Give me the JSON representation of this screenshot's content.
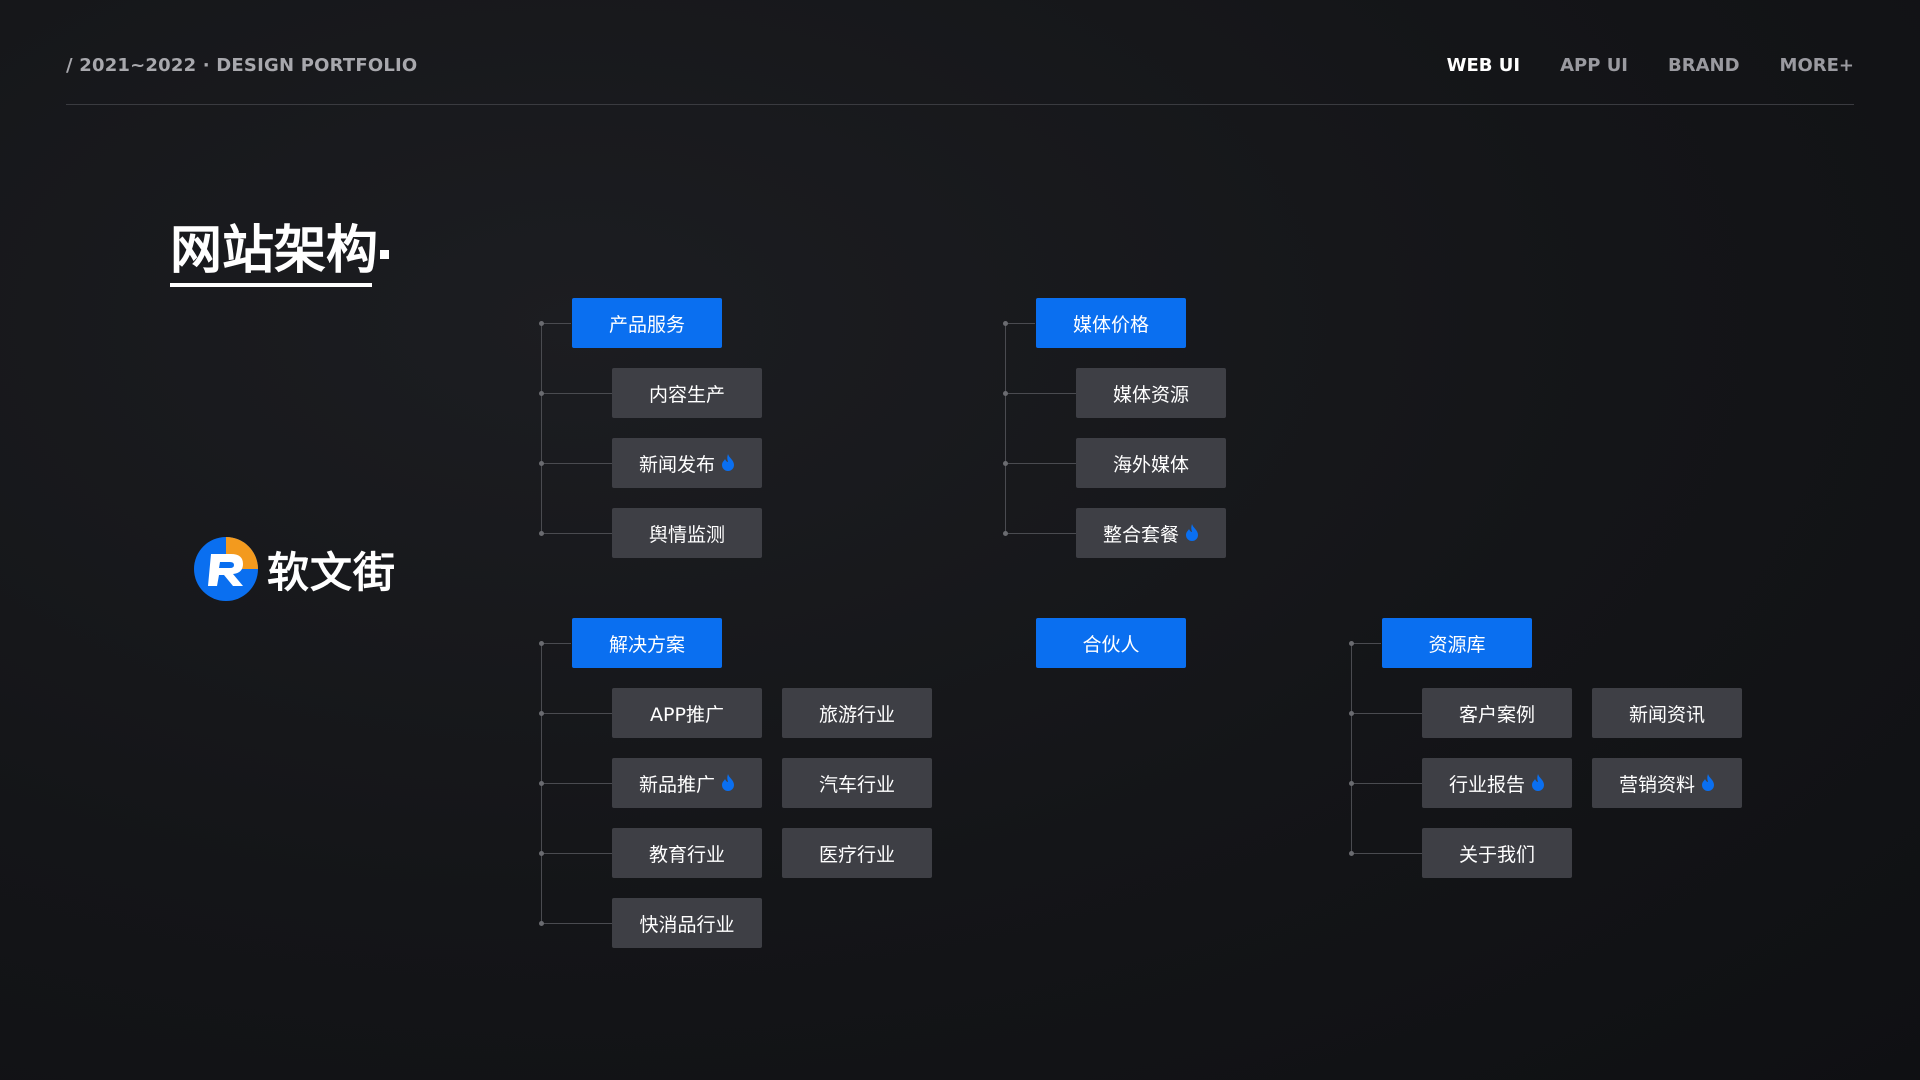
{
  "header": {
    "title": "/ 2021~2022 · DESIGN PORTFOLIO",
    "nav": [
      "WEB UI",
      "APP UI",
      "BRAND",
      "MORE+"
    ],
    "active_nav": "WEB UI"
  },
  "page": {
    "title": "网站架构"
  },
  "logo": {
    "text": "软文街"
  },
  "colors": {
    "primary": "#0a6ff0",
    "node": "#3e3f45",
    "background": "#141518",
    "fire": "#0a6ff0"
  },
  "tree": {
    "product": {
      "label": "产品服务",
      "children": [
        "内容生产",
        "新闻发布",
        "舆情监测"
      ],
      "hot": [
        false,
        true,
        false
      ]
    },
    "media": {
      "label": "媒体价格",
      "children": [
        "媒体资源",
        "海外媒体",
        "整合套餐"
      ],
      "hot": [
        false,
        false,
        true
      ]
    },
    "solutions": {
      "label": "解决方案",
      "col1": [
        "APP推广",
        "新品推广",
        "教育行业",
        "快消品行业"
      ],
      "col1_hot": [
        false,
        true,
        false,
        false
      ],
      "col2": [
        "旅游行业",
        "汽车行业",
        "医疗行业"
      ]
    },
    "partner": {
      "label": "合伙人"
    },
    "resources": {
      "label": "资源库",
      "col1": [
        "客户案例",
        "行业报告",
        "关于我们"
      ],
      "col1_hot": [
        false,
        true,
        false
      ],
      "col2": [
        "新闻资讯",
        "营销资料"
      ],
      "col2_hot": [
        false,
        true
      ]
    }
  }
}
